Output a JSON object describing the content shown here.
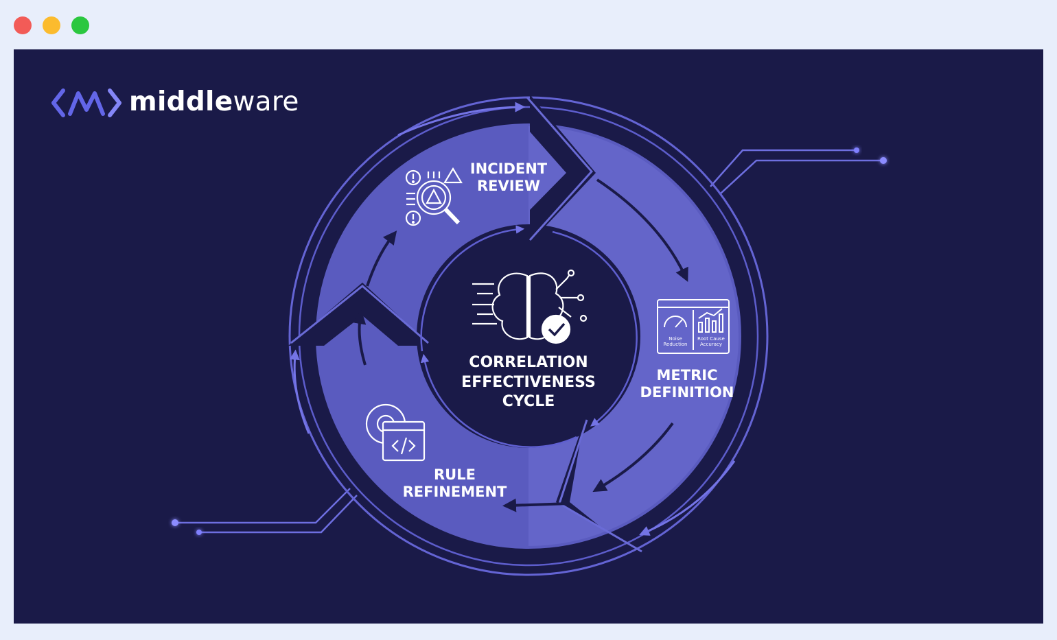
{
  "window": {
    "controls": [
      {
        "name": "close",
        "color": "#f25b57"
      },
      {
        "name": "minimize",
        "color": "#fbbb2e"
      },
      {
        "name": "maximize",
        "color": "#2bc73f"
      }
    ]
  },
  "logo": {
    "text_bold": "middle",
    "text_regular": "ware",
    "mark_icon": "middleware-mark-icon"
  },
  "diagram": {
    "center": {
      "lines": [
        "CORRELATION",
        "EFFECTIVENESS",
        "CYCLE"
      ],
      "icon": "brain-circuit-check-icon"
    },
    "stages": [
      {
        "id": "incident",
        "lines": [
          "INCIDENT",
          "REVIEW"
        ],
        "icon": "incident-search-icon"
      },
      {
        "id": "metric",
        "lines": [
          "METRIC",
          "DEFINITION"
        ],
        "icon": "metrics-dashboard-icon",
        "panels": [
          {
            "lines": [
              "Noise",
              "Reduction"
            ]
          },
          {
            "lines": [
              "Root Cause",
              "Accuracy"
            ]
          }
        ]
      },
      {
        "id": "rule",
        "lines": [
          "RULE",
          "REFINEMENT"
        ],
        "icon": "gear-code-icon"
      }
    ]
  },
  "colors": {
    "background": "#1a1a48",
    "ring": "#5a5bbf",
    "ring_light": "#6b6cd0",
    "accent_line": "#6e6fe0",
    "window_bg": "#e8eefb"
  }
}
